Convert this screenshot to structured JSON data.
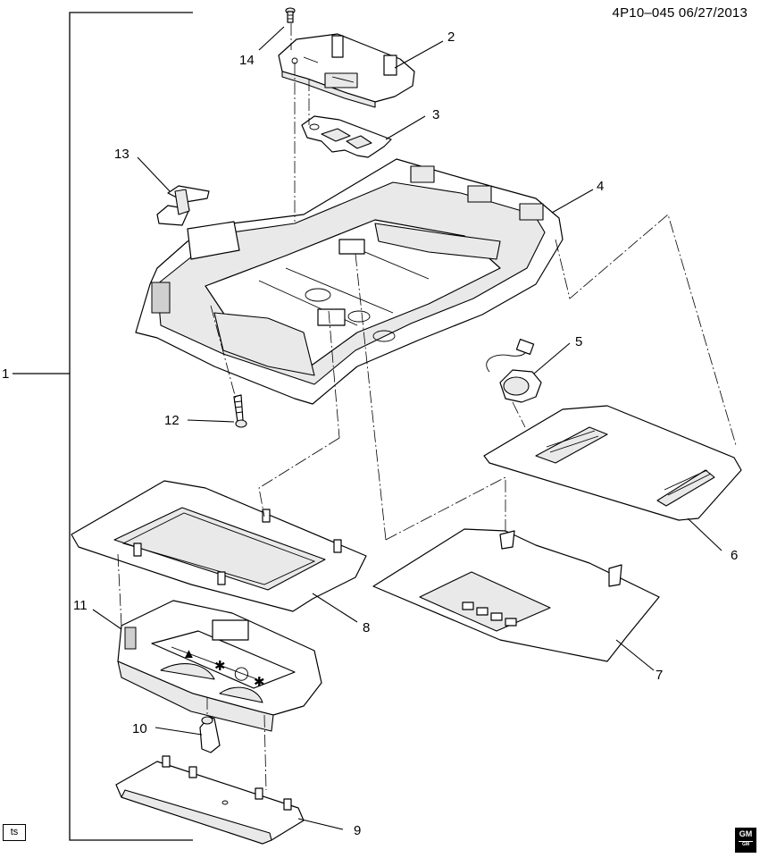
{
  "header": {
    "doc_id": "4P10–045  06/27/2013"
  },
  "footer": {
    "ts_label": "ts",
    "logo_top": "GM",
    "logo_bottom": "GM"
  },
  "callouts": [
    {
      "id": "1",
      "label": "1"
    },
    {
      "id": "2",
      "label": "2"
    },
    {
      "id": "3",
      "label": "3"
    },
    {
      "id": "4",
      "label": "4"
    },
    {
      "id": "5",
      "label": "5"
    },
    {
      "id": "6",
      "label": "6"
    },
    {
      "id": "7",
      "label": "7"
    },
    {
      "id": "8",
      "label": "8"
    },
    {
      "id": "9",
      "label": "9"
    },
    {
      "id": "10",
      "label": "10"
    },
    {
      "id": "11",
      "label": "11"
    },
    {
      "id": "12",
      "label": "12"
    },
    {
      "id": "13",
      "label": "13"
    },
    {
      "id": "14",
      "label": "14"
    }
  ]
}
